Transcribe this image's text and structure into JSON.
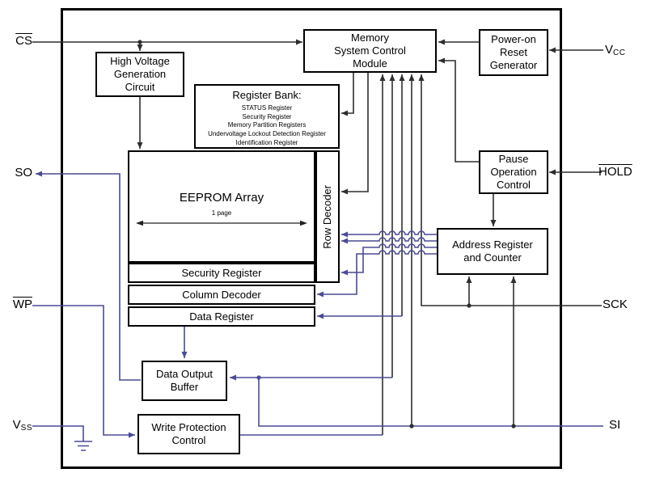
{
  "colors": {
    "background": "#ffffff",
    "box_border": "#000000",
    "line": "#2e2e2e",
    "line_accent": "#4a4a96"
  },
  "pins": {
    "cs": {
      "label": "CS"
    },
    "so": {
      "label": "SO"
    },
    "wp": {
      "label": "WP"
    },
    "vss": {
      "main": "V",
      "sub": "SS"
    },
    "vcc": {
      "main": "V",
      "sub": "CC"
    },
    "hold": {
      "label": "HOLD"
    },
    "sck": {
      "label": "SCK"
    },
    "si": {
      "label": "SI"
    }
  },
  "blocks": {
    "high_voltage": {
      "label": "High Voltage\nGeneration\nCircuit"
    },
    "memory_control": {
      "label": "Memory\nSystem Control\nModule"
    },
    "power_on_reset": {
      "label": "Power-on\nReset\nGenerator"
    },
    "register_bank": {
      "title": "Register Bank:",
      "items": [
        "STATUS Register",
        "Security Register",
        "Memory Partition Registers",
        "Undervoltage Lockout Detection Register",
        "Identification Register"
      ]
    },
    "eeprom_array": {
      "label": "EEPROM Array",
      "page_label": "1 page"
    },
    "row_decoder": {
      "label": "Row Decoder"
    },
    "pause_control": {
      "label": "Pause\nOperation\nControl"
    },
    "address_register": {
      "label": "Address Register\nand Counter"
    },
    "security_register": {
      "label": "Security Register"
    },
    "column_decoder": {
      "label": "Column Decoder"
    },
    "data_register": {
      "label": "Data Register"
    },
    "data_output_buffer": {
      "label": "Data Output\nBuffer"
    },
    "write_protection": {
      "label": "Write Protection\nControl"
    }
  }
}
